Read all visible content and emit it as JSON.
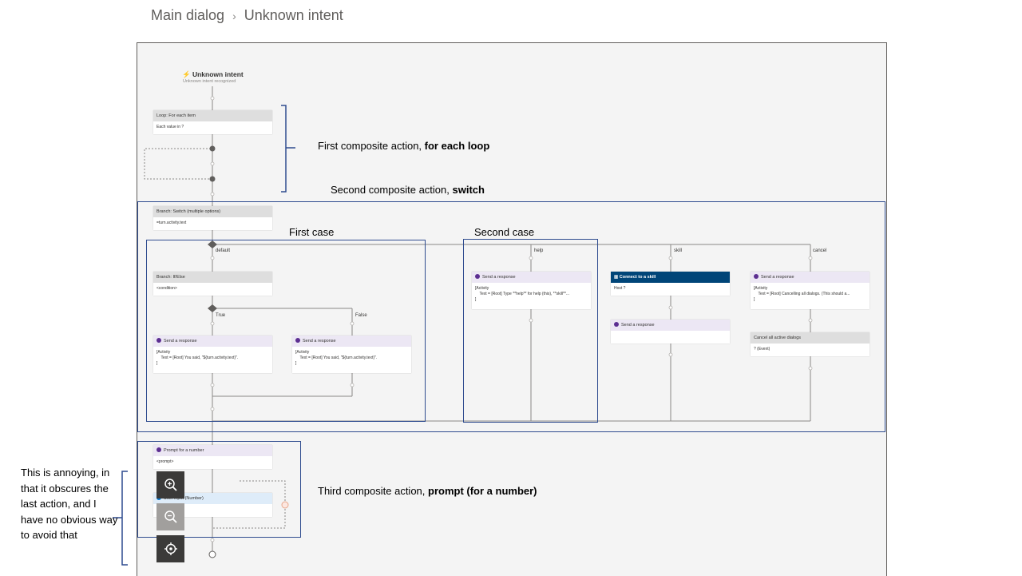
{
  "breadcrumb": {
    "parent": "Main dialog",
    "separator": "›",
    "current": "Unknown intent"
  },
  "trigger": {
    "title": "Unknown intent",
    "subtitle": "Unknown intent recognized"
  },
  "nodes": {
    "loop": {
      "header": "Loop: For each item",
      "body": "Each value in ?"
    },
    "switch": {
      "header": "Branch: Switch (multiple options)",
      "body": "=turn.activity.text"
    },
    "ifelse": {
      "header": "Branch: If/Else",
      "body": "<condition>"
    },
    "send_true": {
      "header": "Send a response",
      "body": "[Activity\n    Text = [Root] You said, \"${turn.activity.text}\".\n]"
    },
    "send_false": {
      "header": "Send a response",
      "body": "[Activity\n    Text = [Root] You said, \"${turn.activity.text}\".\n]"
    },
    "send_help": {
      "header": "Send a response",
      "body": "[Activity\n    Text = [Root] Type **help** for help (this), **skill**...\n]"
    },
    "connect_skill": {
      "header": "Connect to a skill",
      "body": "Host ?"
    },
    "send_skill": {
      "header": "Send a response",
      "body": ""
    },
    "send_cancel": {
      "header": "Send a response",
      "body": "[Activity\n    Text = [Root] Cancelling all dialogs. (This should a...\n]"
    },
    "cancel_dialogs": {
      "header": "Cancel all active dialogs",
      "body": "? (Event)"
    },
    "prompt": {
      "header": "Prompt for a number",
      "body": "<prompt>"
    },
    "user_input": {
      "header": "User input (Number)",
      "body": ""
    }
  },
  "branch_labels": {
    "default": "default",
    "help": "help",
    "skill": "skill",
    "cancel": "cancel",
    "true": "True",
    "false": "False"
  },
  "annotations": {
    "first": {
      "prefix": "First composite action, ",
      "bold": "for each loop"
    },
    "second": {
      "prefix": "Second composite action, ",
      "bold": "switch"
    },
    "first_case": "First case",
    "second_case": "Second case",
    "third": {
      "prefix": "Third composite action, ",
      "bold": "prompt (for a number)"
    },
    "note": "This is annoying, in that it obscures the last action, and I have no obvious way to avoid that"
  },
  "zoom_controls": {
    "zoom_in": "zoom-in-icon",
    "zoom_out": "zoom-out-icon",
    "recenter": "target-icon"
  },
  "colors": {
    "accent_box": "#2f4c8f",
    "skill_header": "#004578",
    "purple_icon": "#5c2e91",
    "canvas": "#f4f4f4"
  }
}
